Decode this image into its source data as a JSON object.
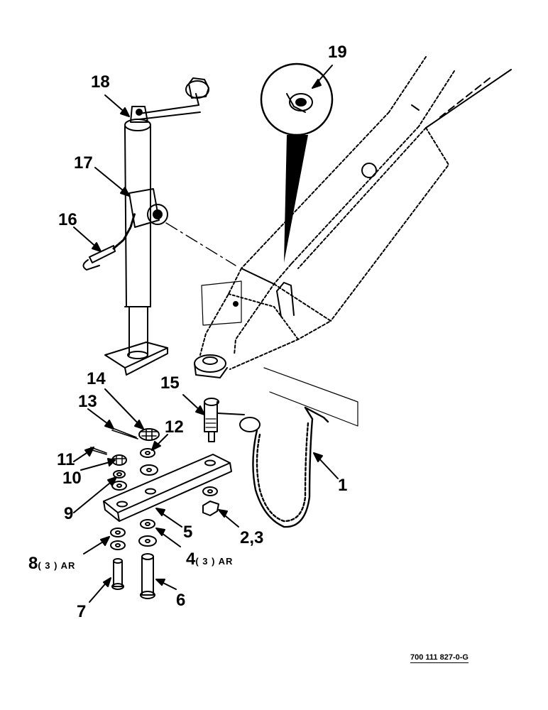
{
  "diagram": {
    "callouts": [
      {
        "id": "1",
        "label": "1"
      },
      {
        "id": "2_3",
        "label": "2,3"
      },
      {
        "id": "4",
        "label": "4",
        "qty": "( 3 ) AR"
      },
      {
        "id": "5",
        "label": "5"
      },
      {
        "id": "6",
        "label": "6"
      },
      {
        "id": "7",
        "label": "7"
      },
      {
        "id": "8",
        "label": "8",
        "qty": "( 3 ) AR"
      },
      {
        "id": "9",
        "label": "9"
      },
      {
        "id": "10",
        "label": "10"
      },
      {
        "id": "11",
        "label": "11"
      },
      {
        "id": "12",
        "label": "12"
      },
      {
        "id": "13",
        "label": "13"
      },
      {
        "id": "14",
        "label": "14"
      },
      {
        "id": "15",
        "label": "15"
      },
      {
        "id": "16",
        "label": "16"
      },
      {
        "id": "17",
        "label": "17"
      },
      {
        "id": "18",
        "label": "18"
      },
      {
        "id": "19",
        "label": "19"
      }
    ],
    "reference_number": "700 111 827-0-G"
  }
}
